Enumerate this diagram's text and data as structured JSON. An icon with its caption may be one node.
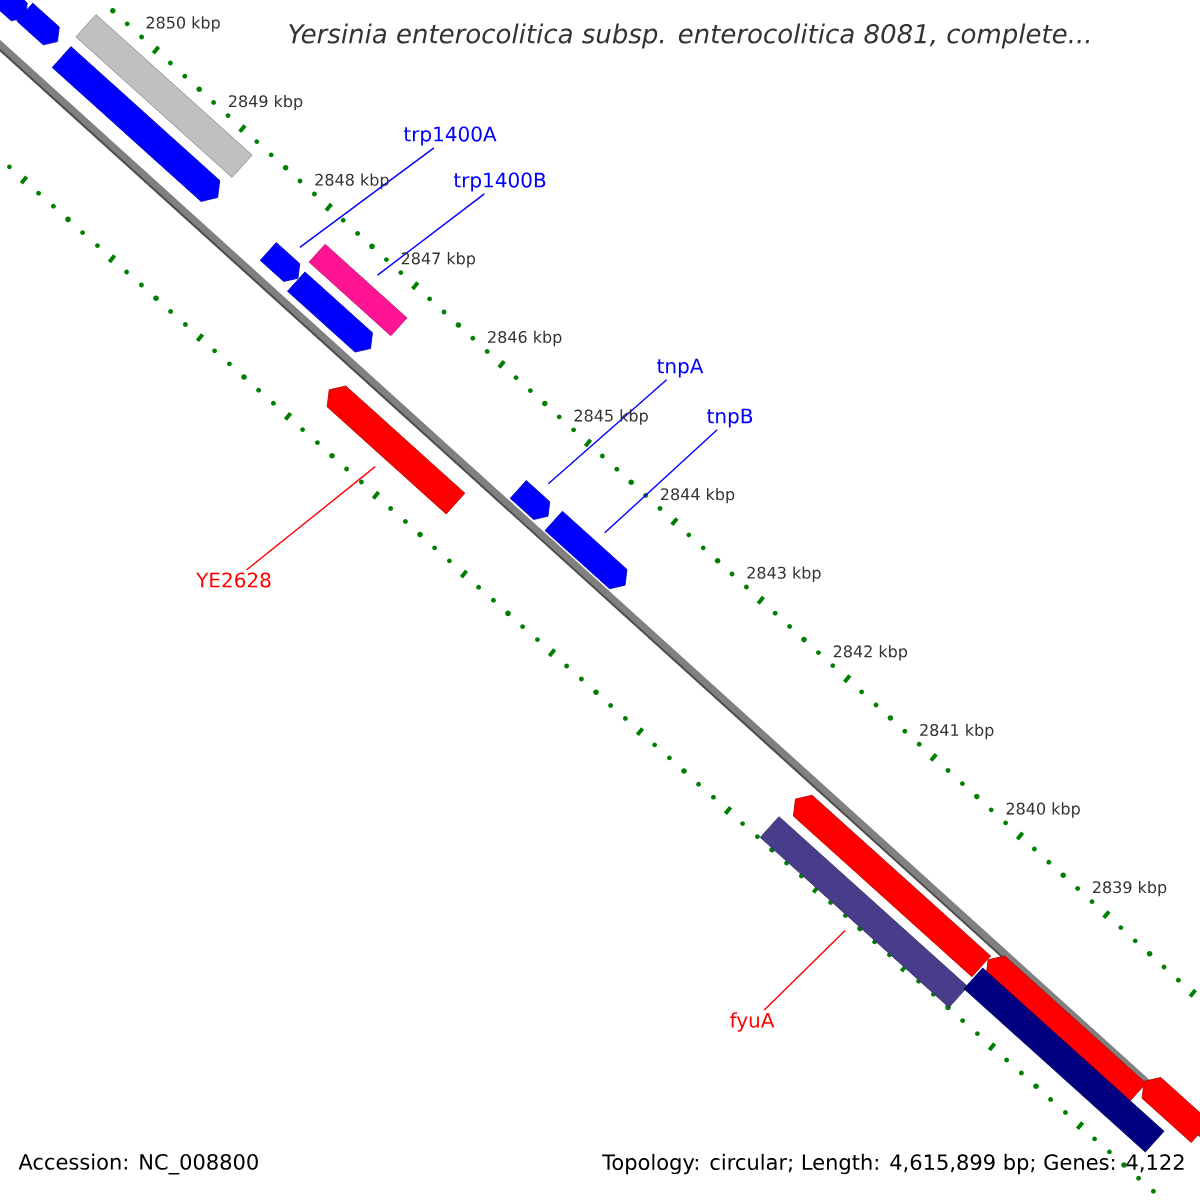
{
  "diagram": {
    "title": "Yersinia enterocolitica subsp. enterocolitica 8081, complete...",
    "nodes": [
      {
        "text": [
          "trp1400A"
        ]
      },
      {
        "text": [
          "trp1400B"
        ]
      },
      {
        "text": [
          "tnpA"
        ]
      },
      {
        "text": [
          "tnpB"
        ]
      },
      {
        "text": [
          "YE2628"
        ]
      },
      {
        "text": [
          "fyuA"
        ]
      },
      {
        "text": [],
        "shape": "bar"
      },
      {
        "text": [],
        "shape": "bar"
      },
      {
        "text": [],
        "shape": "bar"
      },
      {
        "text": [],
        "shape": "bar"
      },
      {
        "text": [],
        "shape": "bar"
      },
      {
        "text": [],
        "shape": "bar"
      },
      {
        "text": [],
        "shape": "bar"
      },
      {
        "text": [],
        "shape": "bar"
      },
      {
        "text": [],
        "shape": "bar"
      },
      {
        "text": [],
        "shape": "bar"
      },
      {
        "text": [],
        "shape": "bar"
      },
      {
        "text": [],
        "shape": "bar"
      },
      {
        "text": [],
        "shape": "bar"
      },
      {
        "text": [],
        "shape": "bar"
      },
      {
        "text": [],
        "shape": "bar"
      }
    ],
    "edges": [
      {
        "from": 0,
        "to": 10,
        "arrow": "none"
      },
      {
        "from": 1,
        "to": 11,
        "arrow": "none"
      },
      {
        "from": 2,
        "to": 14,
        "arrow": "none"
      },
      {
        "from": 3,
        "to": 15,
        "arrow": "none"
      },
      {
        "from": 4,
        "to": 13,
        "arrow": "none",
        "color": "#ff0000"
      },
      {
        "from": 5,
        "to": 17,
        "arrow": "none",
        "color": "#ff0000"
      }
    ],
    "labels": [
      "2850 kbp",
      "2849 kbp",
      "2848 kbp",
      "2847 kbp",
      "2846 kbp",
      "2845 kbp",
      "2844 kbp",
      "2843 kbp",
      "2842 kbp",
      "2841 kbp",
      "2840 kbp",
      "2839 kbp",
      "Accession: NC_008800",
      "Topology: circular; Length: 4,615,899 bp; Genes: 4,122"
    ]
  }
}
